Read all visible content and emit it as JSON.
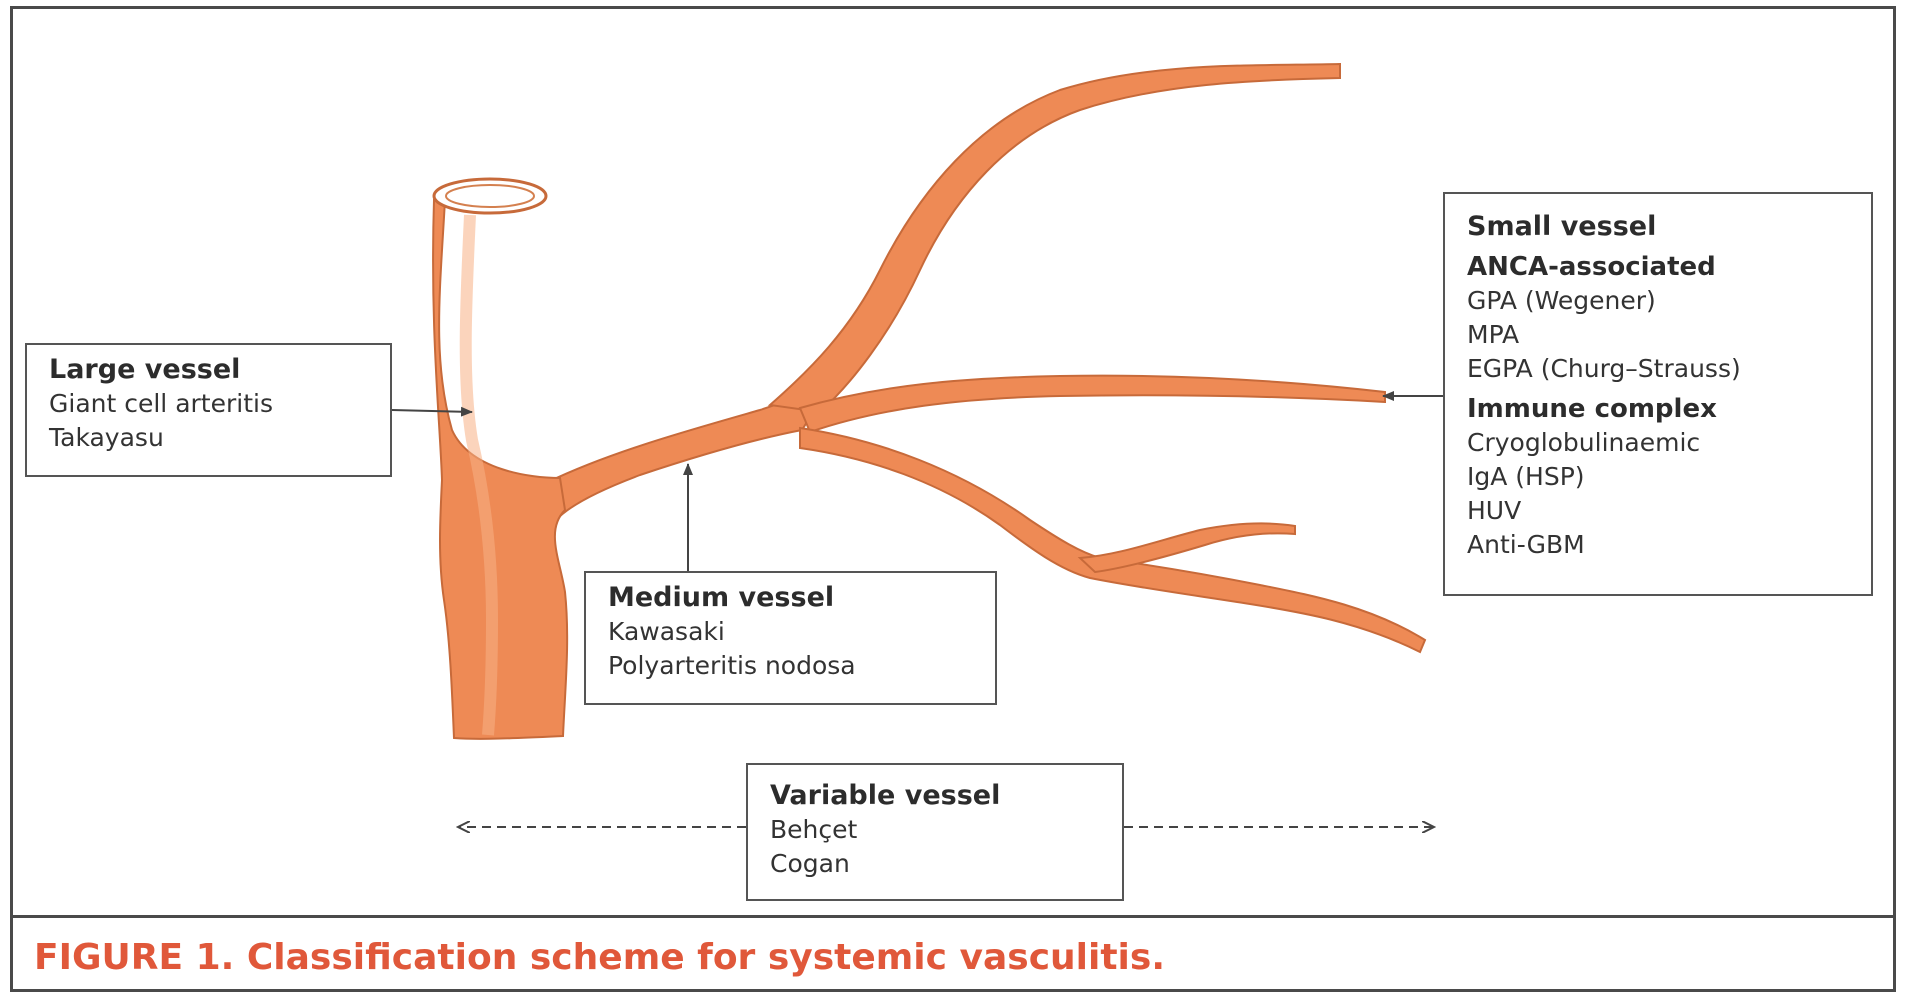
{
  "diagram": {
    "caption": "FIGURE 1. Classification scheme for systemic vasculitis.",
    "colors": {
      "vessel_fill": "#ee8a55",
      "vessel_outline": "#c76a3a",
      "box_border": "#555555",
      "caption": "#e0583a"
    },
    "large_vessel": {
      "title": "Large vessel",
      "items": [
        "Giant cell arteritis",
        "Takayasu"
      ]
    },
    "medium_vessel": {
      "title": "Medium vessel",
      "items": [
        "Kawasaki",
        "Polyarteritis nodosa"
      ]
    },
    "small_vessel": {
      "title": "Small vessel",
      "anca_heading": "ANCA-associated",
      "anca_items": [
        "GPA (Wegener)",
        "MPA",
        "EGPA (Churg–Strauss)"
      ],
      "immune_heading": "Immune complex",
      "immune_items": [
        "Cryoglobulinaemic",
        "IgA (HSP)",
        "HUV",
        "Anti-GBM"
      ]
    },
    "variable_vessel": {
      "title": "Variable vessel",
      "items": [
        "Behçet",
        "Cogan"
      ]
    }
  }
}
